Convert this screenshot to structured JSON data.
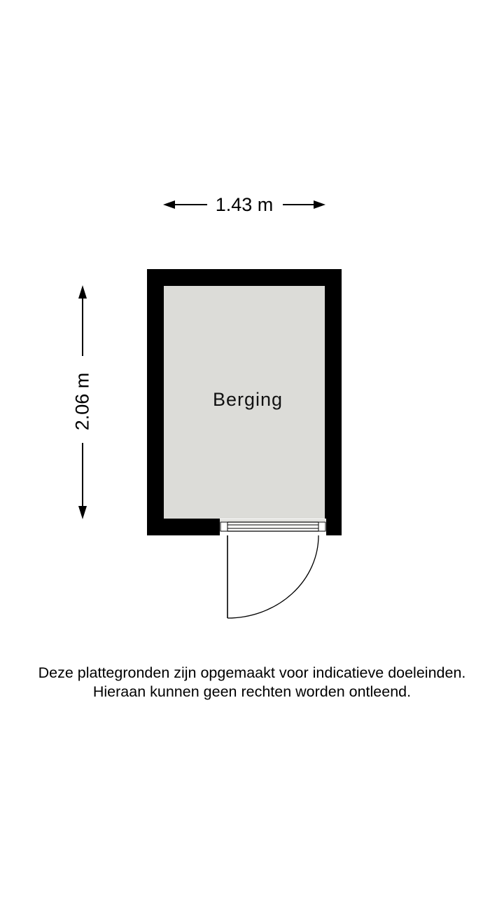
{
  "floorplan": {
    "room": {
      "name": "Berging",
      "floor_color": "#dcdcd8",
      "wall_color": "#000000"
    },
    "dimensions": {
      "width": "1.43 m",
      "height": "2.06 m"
    },
    "door": {
      "type": "single swing door",
      "position": "bottom wall",
      "swing": "outward"
    }
  },
  "disclaimer": {
    "line1": "Deze plattegronden zijn opgemaakt voor indicatieve doeleinden.",
    "line2": "Hieraan kunnen geen rechten worden ontleend."
  }
}
